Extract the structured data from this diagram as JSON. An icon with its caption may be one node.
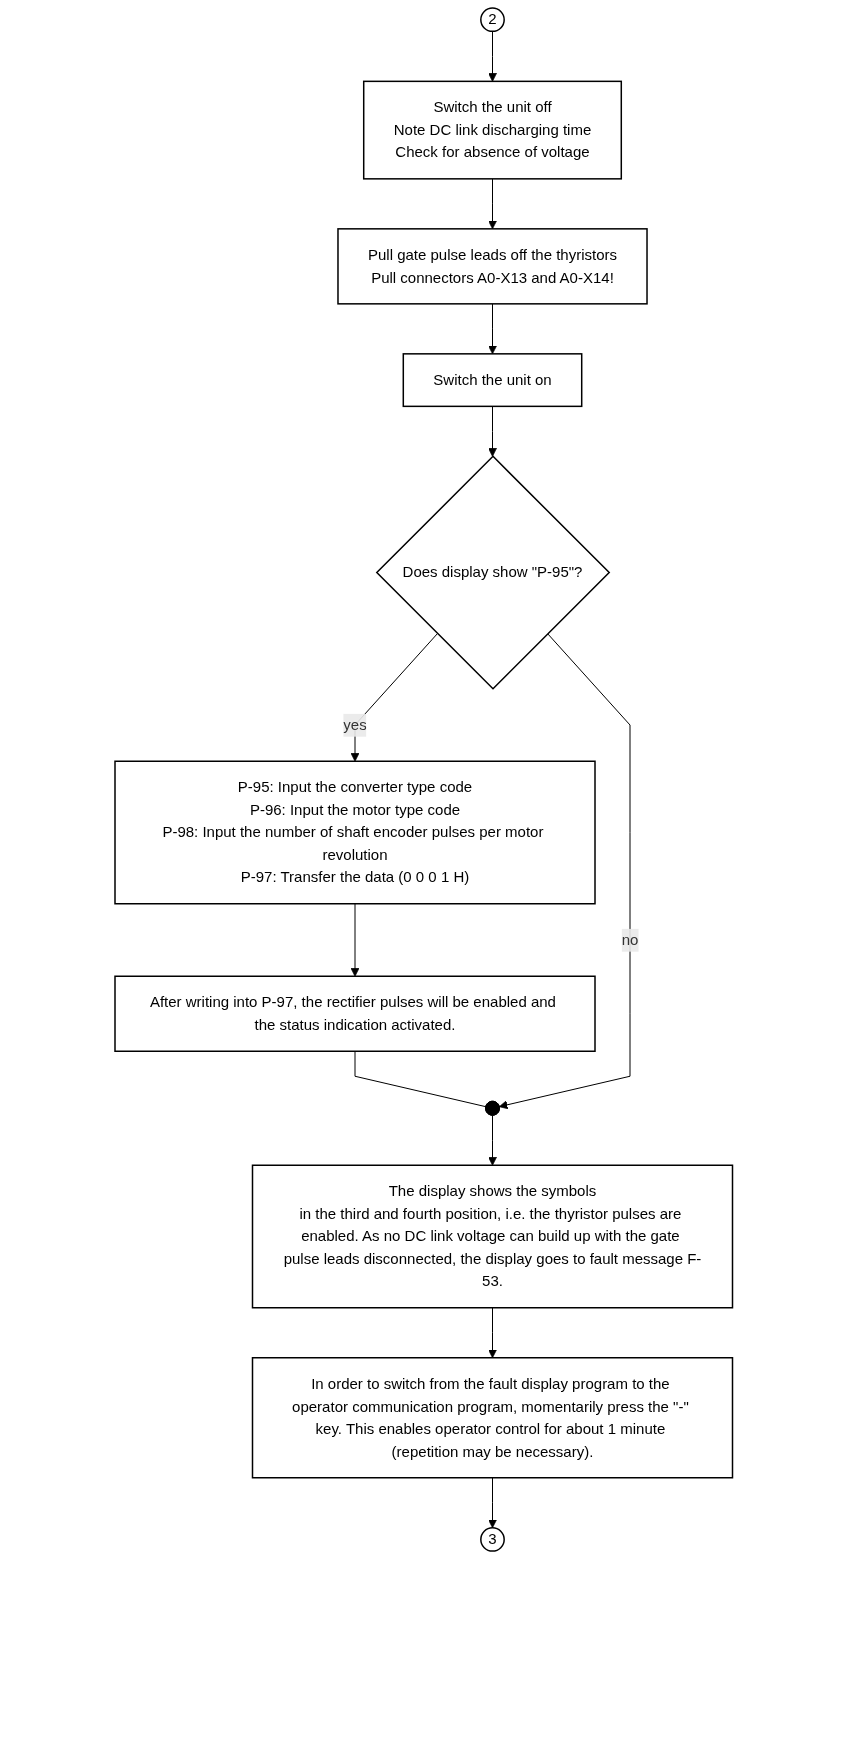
{
  "diagram": {
    "nodes": [
      {
        "text": [
          "2"
        ]
      },
      {
        "text": [
          "Switch the unit off",
          "Note DC link discharging time",
          "Check for absence of voltage"
        ]
      },
      {
        "text": [
          "Pull gate pulse leads off the thyristors",
          "Pull connectors A0-X13 and A0-X14!"
        ]
      },
      {
        "text": [
          "Switch the unit on"
        ]
      },
      {
        "text": [
          "Does display show \"P-95\"?"
        ]
      },
      {
        "text": [
          "P-95: Input the converter type code",
          "P-96: Input the motor type code",
          "P-98: Input the number of shaft encoder pulses per motor revolution",
          "P-97: Transfer the data (0 0 0 1 H)"
        ]
      },
      {
        "text": [
          "After writing into P-97, the rectifier pulses will be enabled and the status indication activated."
        ]
      },
      {
        "text": [],
        "shape": "circle"
      },
      {
        "text": [
          "The display shows the symbols",
          "in the third and fourth position, i.e. the thyristor pulses are enabled. As no DC link voltage can build up with the gate pulse leads disconnected, the display goes to fault message F-53."
        ]
      },
      {
        "text": [
          "In order to switch from the fault display program to the operator communication program, momentarily press the \"-\" key. This enables operator control for about 1 minute (repetition may be necessary)."
        ]
      },
      {
        "text": [
          "3"
        ]
      }
    ],
    "edges": [
      {
        "from": 0,
        "to": 1,
        "arrow": "to"
      },
      {
        "from": 1,
        "to": 2,
        "arrow": "to"
      },
      {
        "from": 2,
        "to": 3,
        "arrow": "to"
      },
      {
        "from": 3,
        "to": 4,
        "arrow": "to"
      },
      {
        "from": 4,
        "to": 5,
        "label": "yes",
        "arrow": "to"
      },
      {
        "from": 5,
        "to": 6,
        "arrow": "to"
      },
      {
        "from": 6,
        "to": 7,
        "arrow": "none"
      },
      {
        "from": 4,
        "to": 7,
        "label": "no",
        "arrow": "to"
      },
      {
        "from": 7,
        "to": 8,
        "arrow": "to"
      },
      {
        "from": 8,
        "to": 9,
        "arrow": "to"
      },
      {
        "from": 9,
        "to": 10,
        "arrow": "to"
      }
    ]
  }
}
